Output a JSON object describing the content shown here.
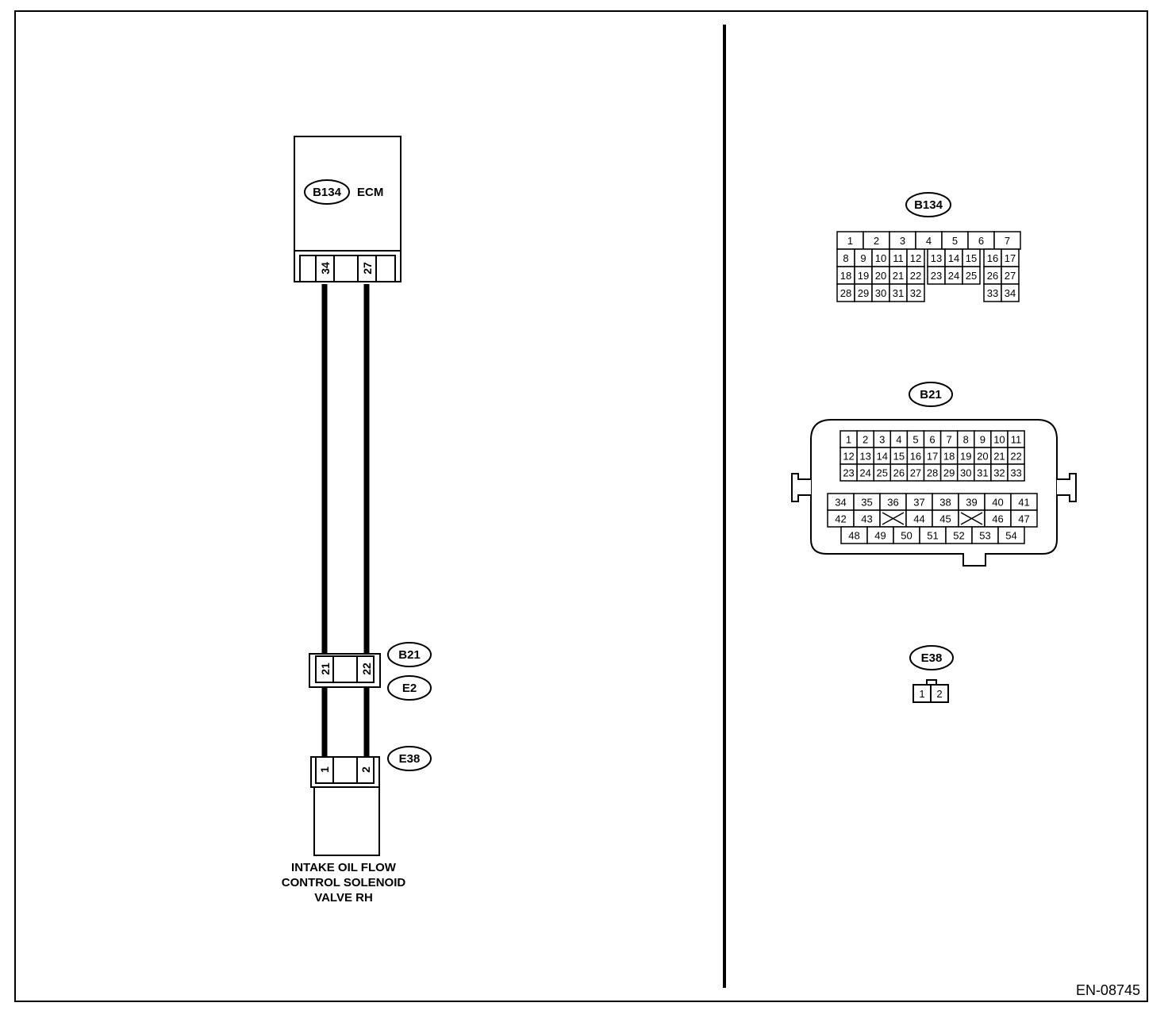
{
  "figure_id": "EN-08745",
  "ecm": {
    "connector": "B134",
    "label": "ECM",
    "pins": [
      "34",
      "27"
    ]
  },
  "joint": {
    "connector_top": "B21",
    "connector_bottom": "E2",
    "pins": [
      "21",
      "22"
    ]
  },
  "solenoid": {
    "connector": "E38",
    "pins": [
      "1",
      "2"
    ],
    "label_lines": [
      "INTAKE OIL FLOW",
      "CONTROL SOLENOID",
      "VALVE RH"
    ]
  },
  "connector_views": {
    "b134": {
      "id": "B134",
      "rows": [
        [
          "1",
          "2",
          "3",
          "4",
          "5",
          "6",
          "7"
        ],
        [
          "8",
          "9",
          "10",
          "11",
          "12",
          "13",
          "14",
          "15",
          "16",
          "17"
        ],
        [
          "18",
          "19",
          "20",
          "21",
          "22",
          "23",
          "24",
          "25",
          "26",
          "27"
        ],
        [
          "28",
          "29",
          "30",
          "31",
          "32",
          "33",
          "34"
        ]
      ]
    },
    "b21": {
      "id": "B21",
      "upper_rows": [
        [
          "1",
          "2",
          "3",
          "4",
          "5",
          "6",
          "7",
          "8",
          "9",
          "10",
          "11"
        ],
        [
          "12",
          "13",
          "14",
          "15",
          "16",
          "17",
          "18",
          "19",
          "20",
          "21",
          "22"
        ],
        [
          "23",
          "24",
          "25",
          "26",
          "27",
          "28",
          "29",
          "30",
          "31",
          "32",
          "33"
        ]
      ],
      "lower_rows": [
        [
          "34",
          "35",
          "36",
          "37",
          "38",
          "39",
          "40",
          "41"
        ],
        [
          "42",
          "43",
          "",
          "44",
          "45",
          "",
          "46",
          "47"
        ],
        [
          "48",
          "49",
          "50",
          "51",
          "52",
          "53",
          "54"
        ]
      ]
    },
    "e38": {
      "id": "E38",
      "pins": [
        "1",
        "2"
      ]
    }
  }
}
